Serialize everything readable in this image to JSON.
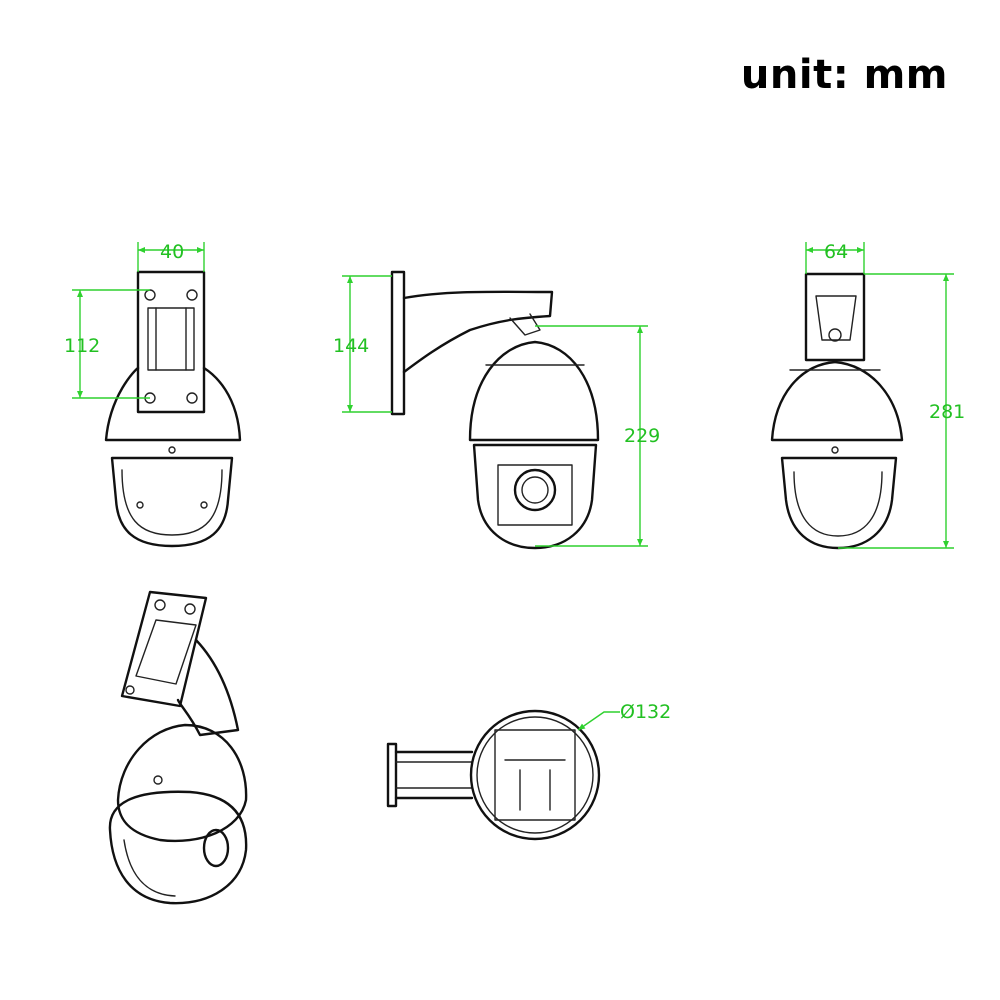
{
  "title": "unit: mm",
  "colors": {
    "line": "#111111",
    "dimension": "#2fd12f"
  },
  "dimensions": {
    "front_bracket_width": "40",
    "front_bracket_height": "112",
    "side_bracket_height": "144",
    "side_camera_height": "229",
    "rear_bracket_width": "64",
    "rear_total_height": "281",
    "top_diameter": "Ø132"
  }
}
